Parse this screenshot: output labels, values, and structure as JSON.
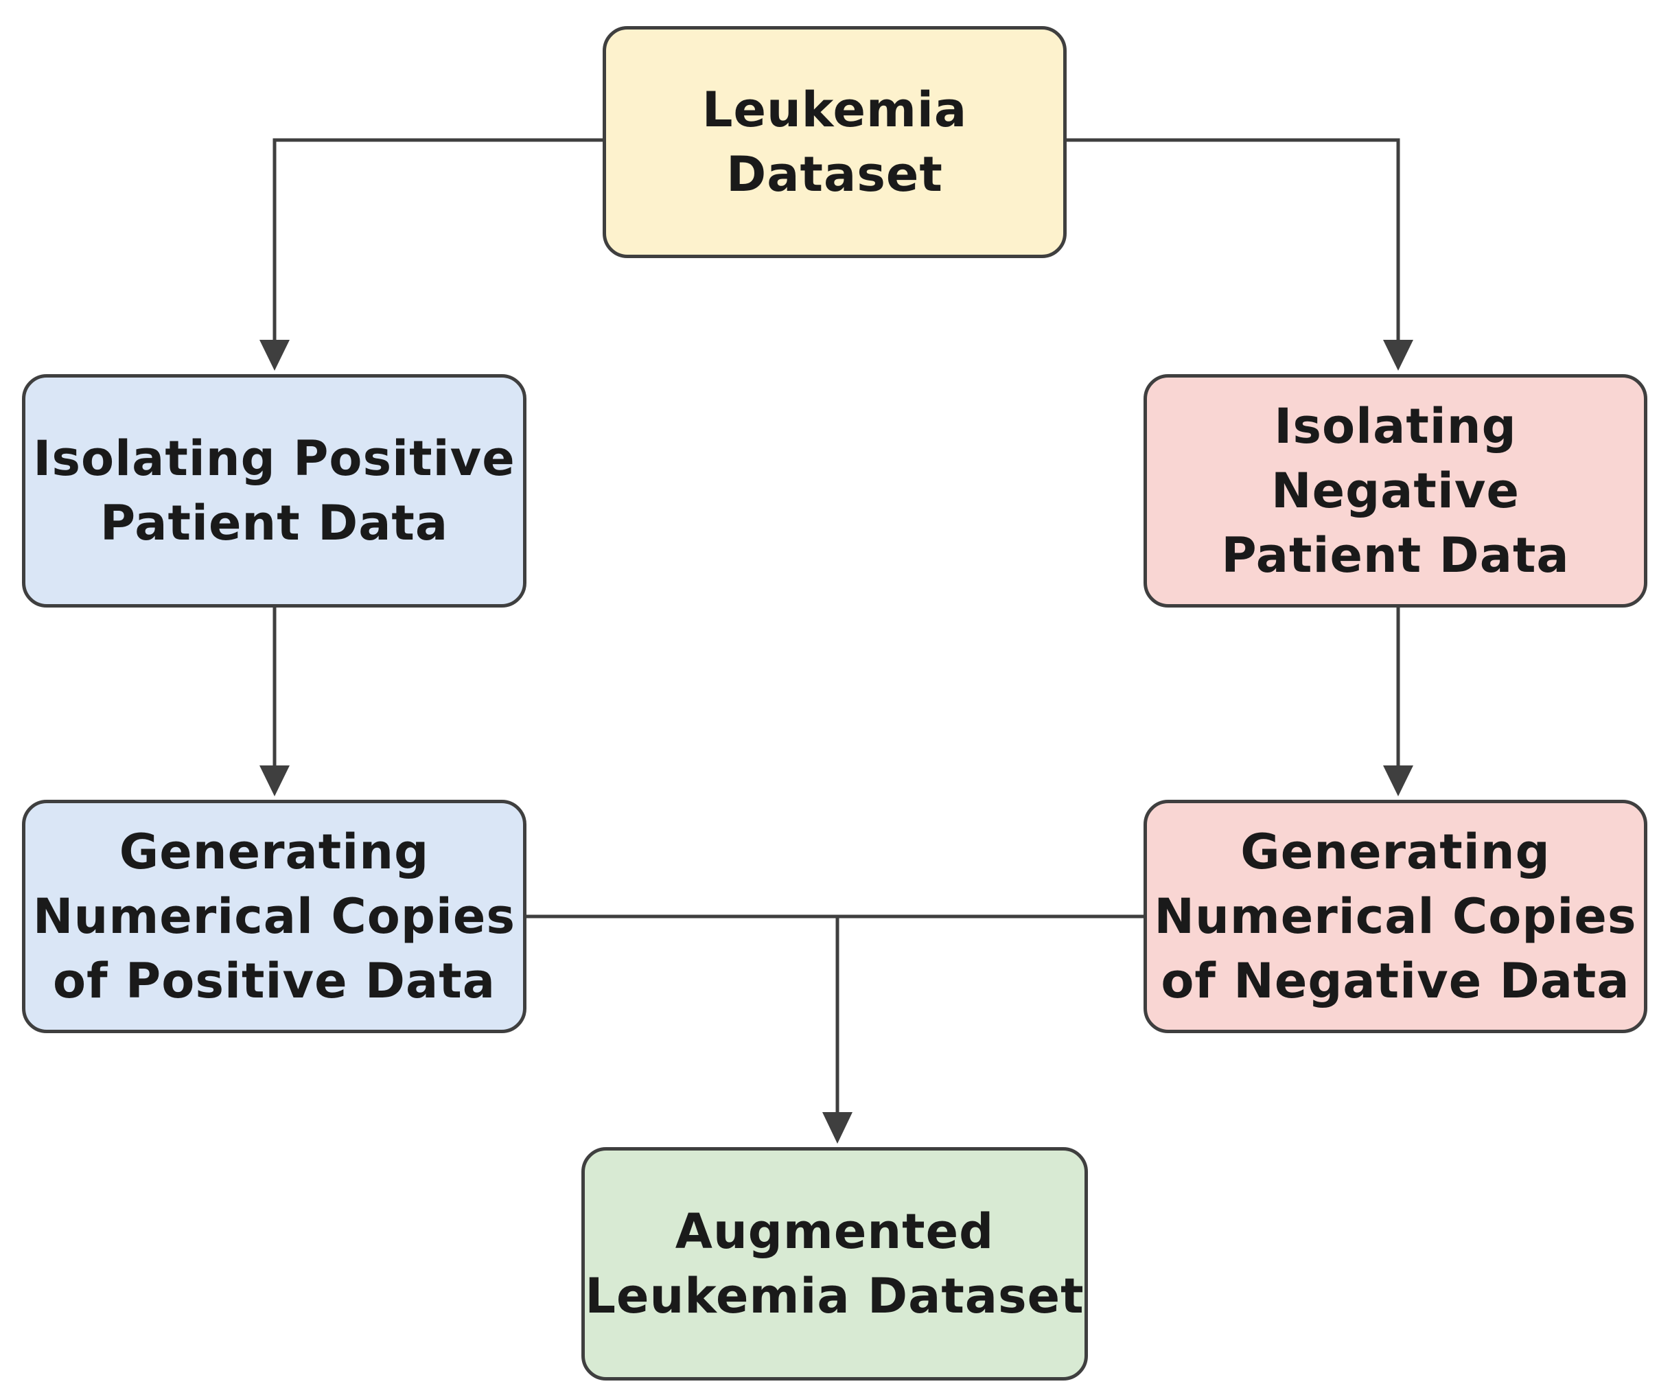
{
  "diagram": {
    "nodes": {
      "dataset": {
        "label": "Leukemia\nDataset",
        "fill": "#fdf2cd"
      },
      "isolating_positive": {
        "label": "Isolating Positive\nPatient Data",
        "fill": "#dae6f6"
      },
      "isolating_negative": {
        "label": "Isolating Negative\nPatient Data",
        "fill": "#f9d6d3"
      },
      "generating_positive": {
        "label": "Generating\nNumerical Copies\nof Positive Data",
        "fill": "#dae6f6"
      },
      "generating_negative": {
        "label": "Generating\nNumerical Copies\nof Negative Data",
        "fill": "#f9d6d3"
      },
      "augmented": {
        "label": "Augmented\nLeukemia Dataset",
        "fill": "#d8ead3"
      }
    },
    "edges": [
      {
        "from": "dataset",
        "to": "isolating_positive"
      },
      {
        "from": "dataset",
        "to": "isolating_negative"
      },
      {
        "from": "isolating_positive",
        "to": "generating_positive"
      },
      {
        "from": "isolating_negative",
        "to": "generating_negative"
      },
      {
        "from": "generating_positive",
        "to": "augmented"
      },
      {
        "from": "generating_negative",
        "to": "augmented"
      }
    ],
    "colors": {
      "border": "#3f3f3f",
      "connector": "#3f3f3f"
    }
  }
}
